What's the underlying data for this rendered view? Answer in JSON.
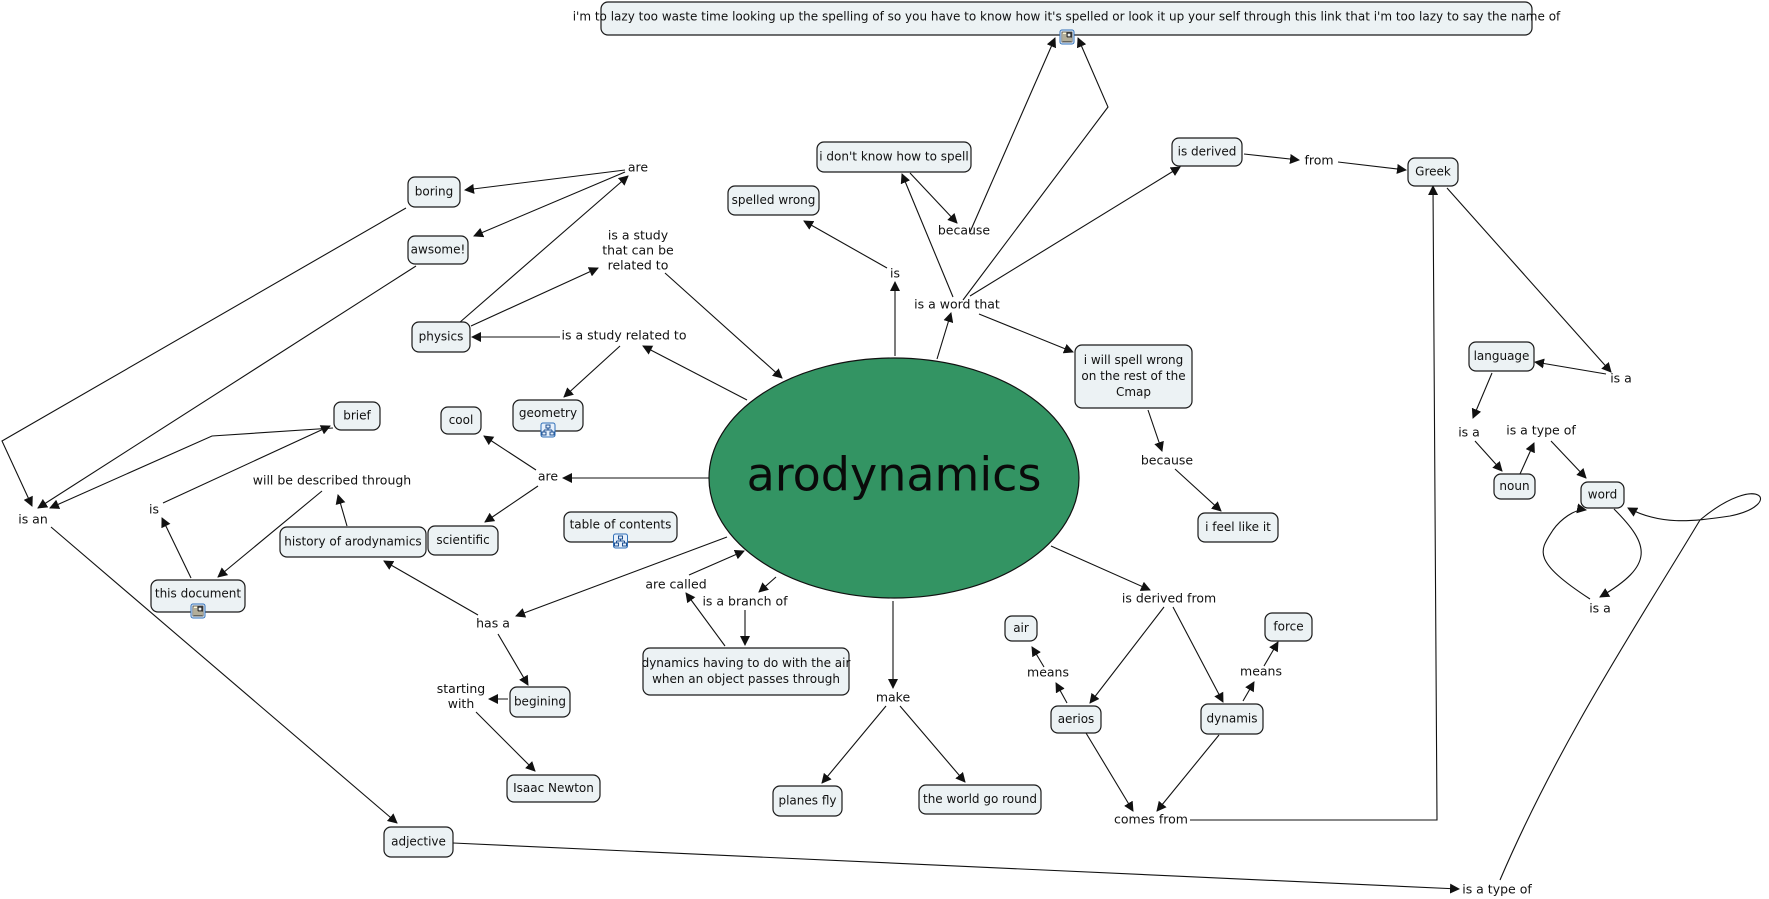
{
  "main_concept": {
    "label": "arodynamics",
    "fill": "#339463"
  },
  "concepts": [
    {
      "id": "top_note",
      "label": "i'm to lazy too waste time looking up the spelling of so you have to know how it's spelled or look it up your self through this link that i'm too lazy to say the name of",
      "resource": "document-link-icon"
    },
    {
      "id": "boring",
      "label": "boring"
    },
    {
      "id": "awsome",
      "label": "awsome!"
    },
    {
      "id": "physics",
      "label": "physics"
    },
    {
      "id": "brief",
      "label": "brief"
    },
    {
      "id": "cool",
      "label": "cool"
    },
    {
      "id": "geometry",
      "label": "geometry",
      "resource": "cmap-link-icon"
    },
    {
      "id": "scientific",
      "label": "scientific"
    },
    {
      "id": "history",
      "label": "history of arodynamics"
    },
    {
      "id": "this_document",
      "label": "this document",
      "resource": "document-link-icon"
    },
    {
      "id": "toc",
      "label": "table of contents",
      "resource": "cmap-link-icon"
    },
    {
      "id": "dynamics_air",
      "label": "dynamics having to do with the air\nwhen an object passes through"
    },
    {
      "id": "begining",
      "label": "begining"
    },
    {
      "id": "newton",
      "label": "Isaac Newton"
    },
    {
      "id": "adjective",
      "label": "adjective"
    },
    {
      "id": "spelled_wrong",
      "label": "spelled wrong"
    },
    {
      "id": "dont_know",
      "label": "i don't know how to spell"
    },
    {
      "id": "is_derived",
      "label": "is derived"
    },
    {
      "id": "greek",
      "label": "Greek"
    },
    {
      "id": "will_spell",
      "label": "i will spell wrong\non the rest of the\nCmap"
    },
    {
      "id": "feel_like",
      "label": "i feel like it"
    },
    {
      "id": "language",
      "label": "language"
    },
    {
      "id": "noun",
      "label": "noun"
    },
    {
      "id": "word",
      "label": "word"
    },
    {
      "id": "air",
      "label": "air"
    },
    {
      "id": "force",
      "label": "force"
    },
    {
      "id": "aerios",
      "label": "aerios"
    },
    {
      "id": "dynamis",
      "label": "dynamis"
    },
    {
      "id": "planes_fly",
      "label": "planes fly"
    },
    {
      "id": "world_round",
      "label": "the world go round"
    }
  ],
  "linking_phrases": [
    {
      "id": "are_top",
      "label": "are"
    },
    {
      "id": "study_can_be",
      "label": "is a study\nthat can be\nrelated to"
    },
    {
      "id": "study_related",
      "label": "is a study related to"
    },
    {
      "id": "are_mid",
      "label": "are"
    },
    {
      "id": "is_an",
      "label": "is an"
    },
    {
      "id": "is_left",
      "label": "is"
    },
    {
      "id": "described",
      "label": "will be described through"
    },
    {
      "id": "has_a",
      "label": "has a"
    },
    {
      "id": "starting_with",
      "label": "starting\nwith"
    },
    {
      "id": "are_called",
      "label": "are called"
    },
    {
      "id": "branch_of",
      "label": "is a branch of"
    },
    {
      "id": "make",
      "label": "make"
    },
    {
      "id": "is_mid",
      "label": "is"
    },
    {
      "id": "word_that",
      "label": "is a word that"
    },
    {
      "id": "because_top",
      "label": "because"
    },
    {
      "id": "from",
      "label": "from"
    },
    {
      "id": "because_mid",
      "label": "because"
    },
    {
      "id": "derived_from",
      "label": "is derived from"
    },
    {
      "id": "means_air",
      "label": "means"
    },
    {
      "id": "means_force",
      "label": "means"
    },
    {
      "id": "comes_from",
      "label": "comes from"
    },
    {
      "id": "is_a_greek",
      "label": "is a"
    },
    {
      "id": "is_a_lang",
      "label": "is a"
    },
    {
      "id": "type_of_noun",
      "label": "is a type of"
    },
    {
      "id": "is_a_word",
      "label": "is a"
    },
    {
      "id": "type_of_bottom",
      "label": "is a type of"
    }
  ],
  "colors": {
    "concept_fill": "#ecf2f4",
    "line": "#111111",
    "main": "#339463"
  }
}
